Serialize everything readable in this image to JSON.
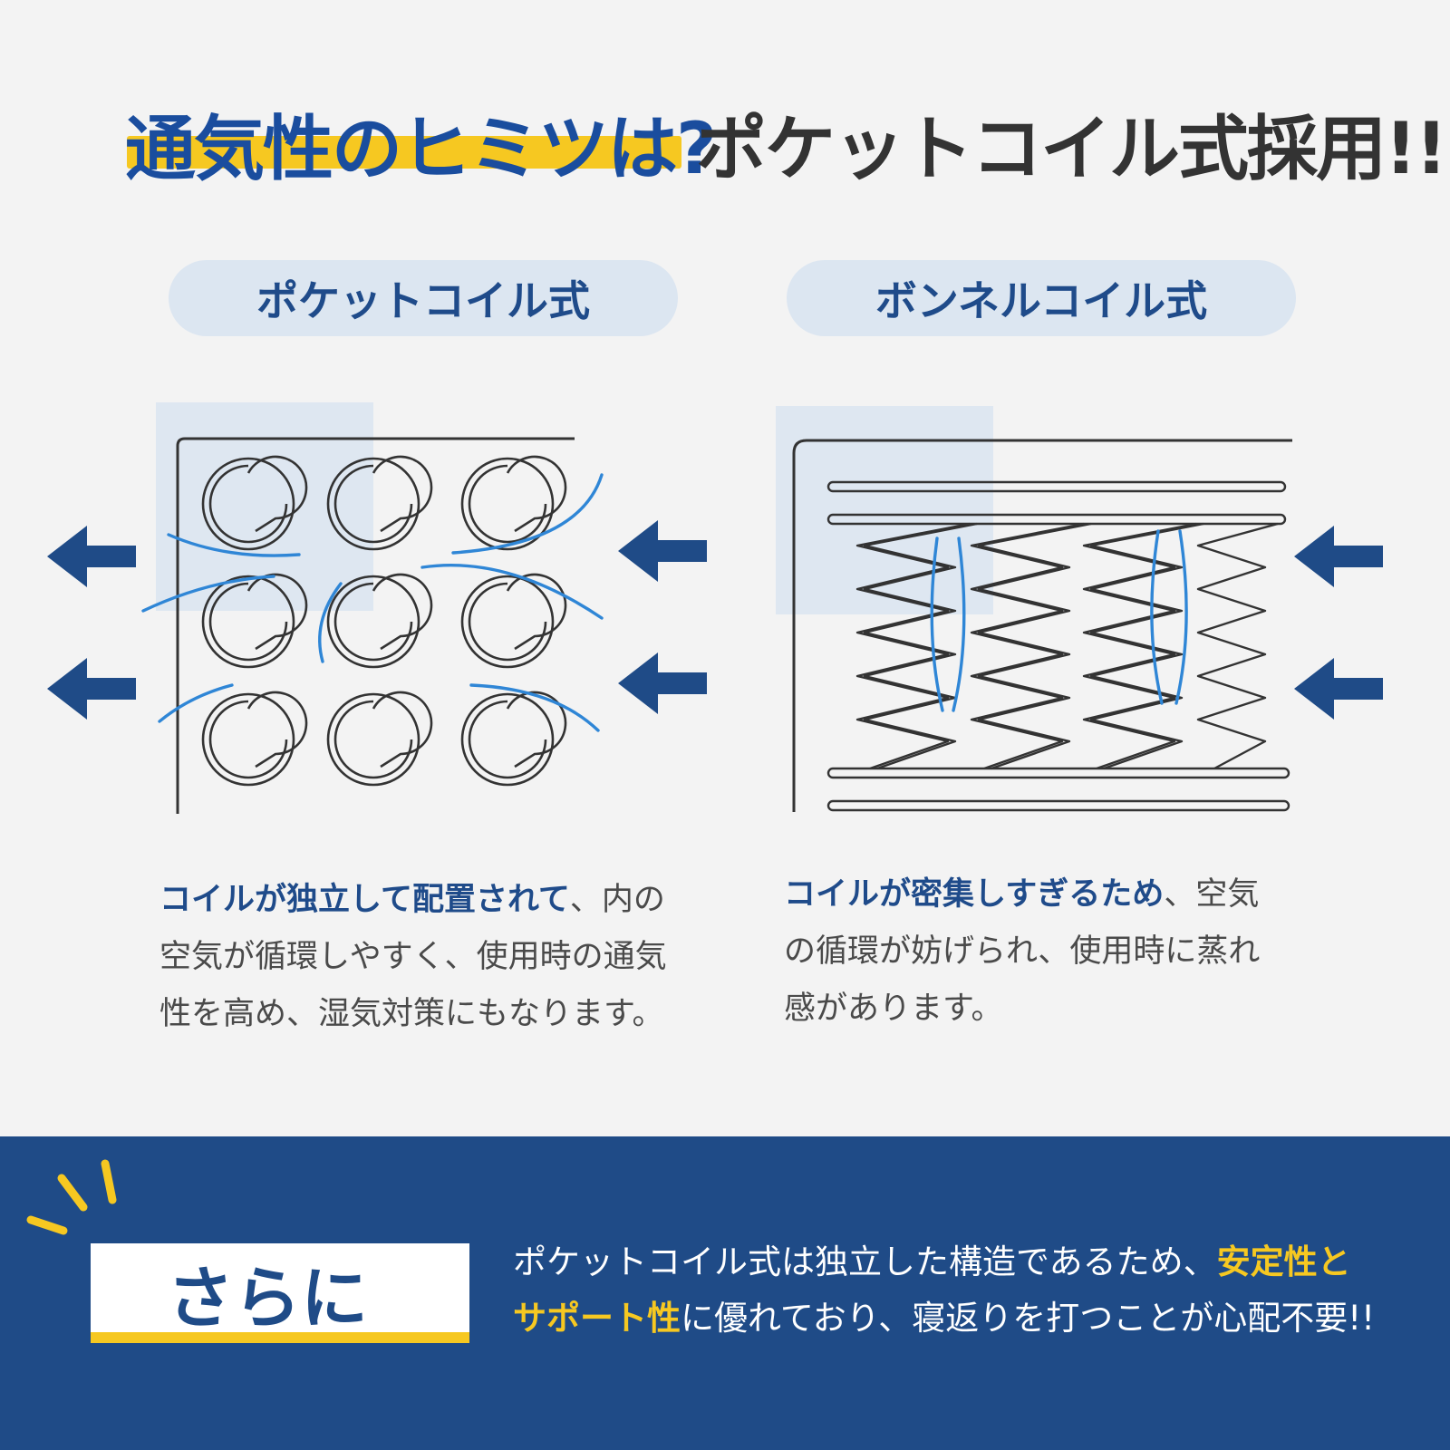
{
  "headline": {
    "highlight": "通気性のヒミツは?",
    "rest": "ポケットコイル式採用!!"
  },
  "left_panel": {
    "label": "ポケットコイル式",
    "desc_highlight": "コイルが独立して配置されて",
    "desc_rest_1": "、内の",
    "desc_rest_2": "空気が循環しやすく、使用時の通気",
    "desc_rest_3": "性を高め、湿気対策にもなります。"
  },
  "right_panel": {
    "label": "ボンネルコイル式",
    "desc_highlight": "コイルが密集しすぎるため",
    "desc_rest_1": "、空気",
    "desc_rest_2": "の循環が妨げられ、使用時に蒸れ",
    "desc_rest_3": "感があります。"
  },
  "bottom": {
    "badge": "さらに",
    "line1_a": "ポケットコイル式は独立した構造であるため、",
    "line1_hl": "安定性と",
    "line2_hl": "サポート性",
    "line2_b": "に優れており、寝返りを打つことが心配不要!!"
  },
  "colors": {
    "brand_blue": "#1f4b87",
    "accent_yellow": "#f6c821",
    "airflow_blue": "#2f86d6",
    "pale_blue": "#dce6f1"
  }
}
